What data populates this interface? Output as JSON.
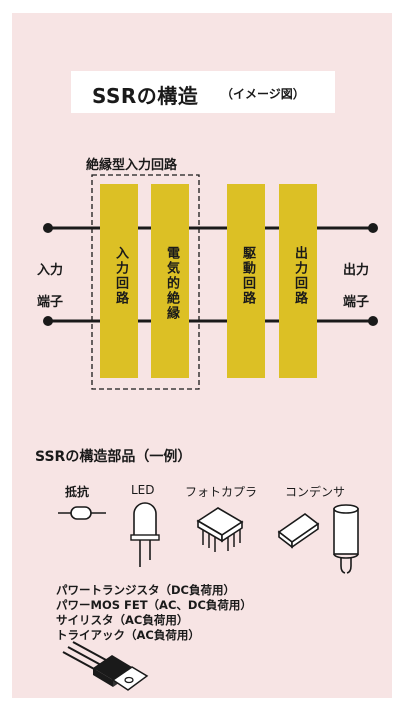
{
  "title": {
    "main": "SSRの構造",
    "sub": "（イメージ図）"
  },
  "diagram": {
    "isolation_group_label": "絶縁型入力回路",
    "input_label_1": "入力",
    "input_label_2": "端子",
    "output_label_1": "出力",
    "output_label_2": "端子",
    "blocks": [
      "入力回路",
      "電気的絶縁",
      "駆動回路",
      "出力回路"
    ],
    "colors": {
      "block": "#dcc025",
      "background": "#f7e4e4"
    }
  },
  "parts": {
    "heading": "SSRの構造部品（一例）",
    "resistor_label": "抵抗",
    "led_label": "LED",
    "photocoupler_label": "フォトカプラ",
    "capacitor_label": "コンデンサ",
    "transistor_list": [
      "パワートランジスタ（DC負荷用）",
      "パワーMOS FET（AC、DC負荷用）",
      "サイリスタ（AC負荷用）",
      "トライアック（AC負荷用）"
    ]
  }
}
